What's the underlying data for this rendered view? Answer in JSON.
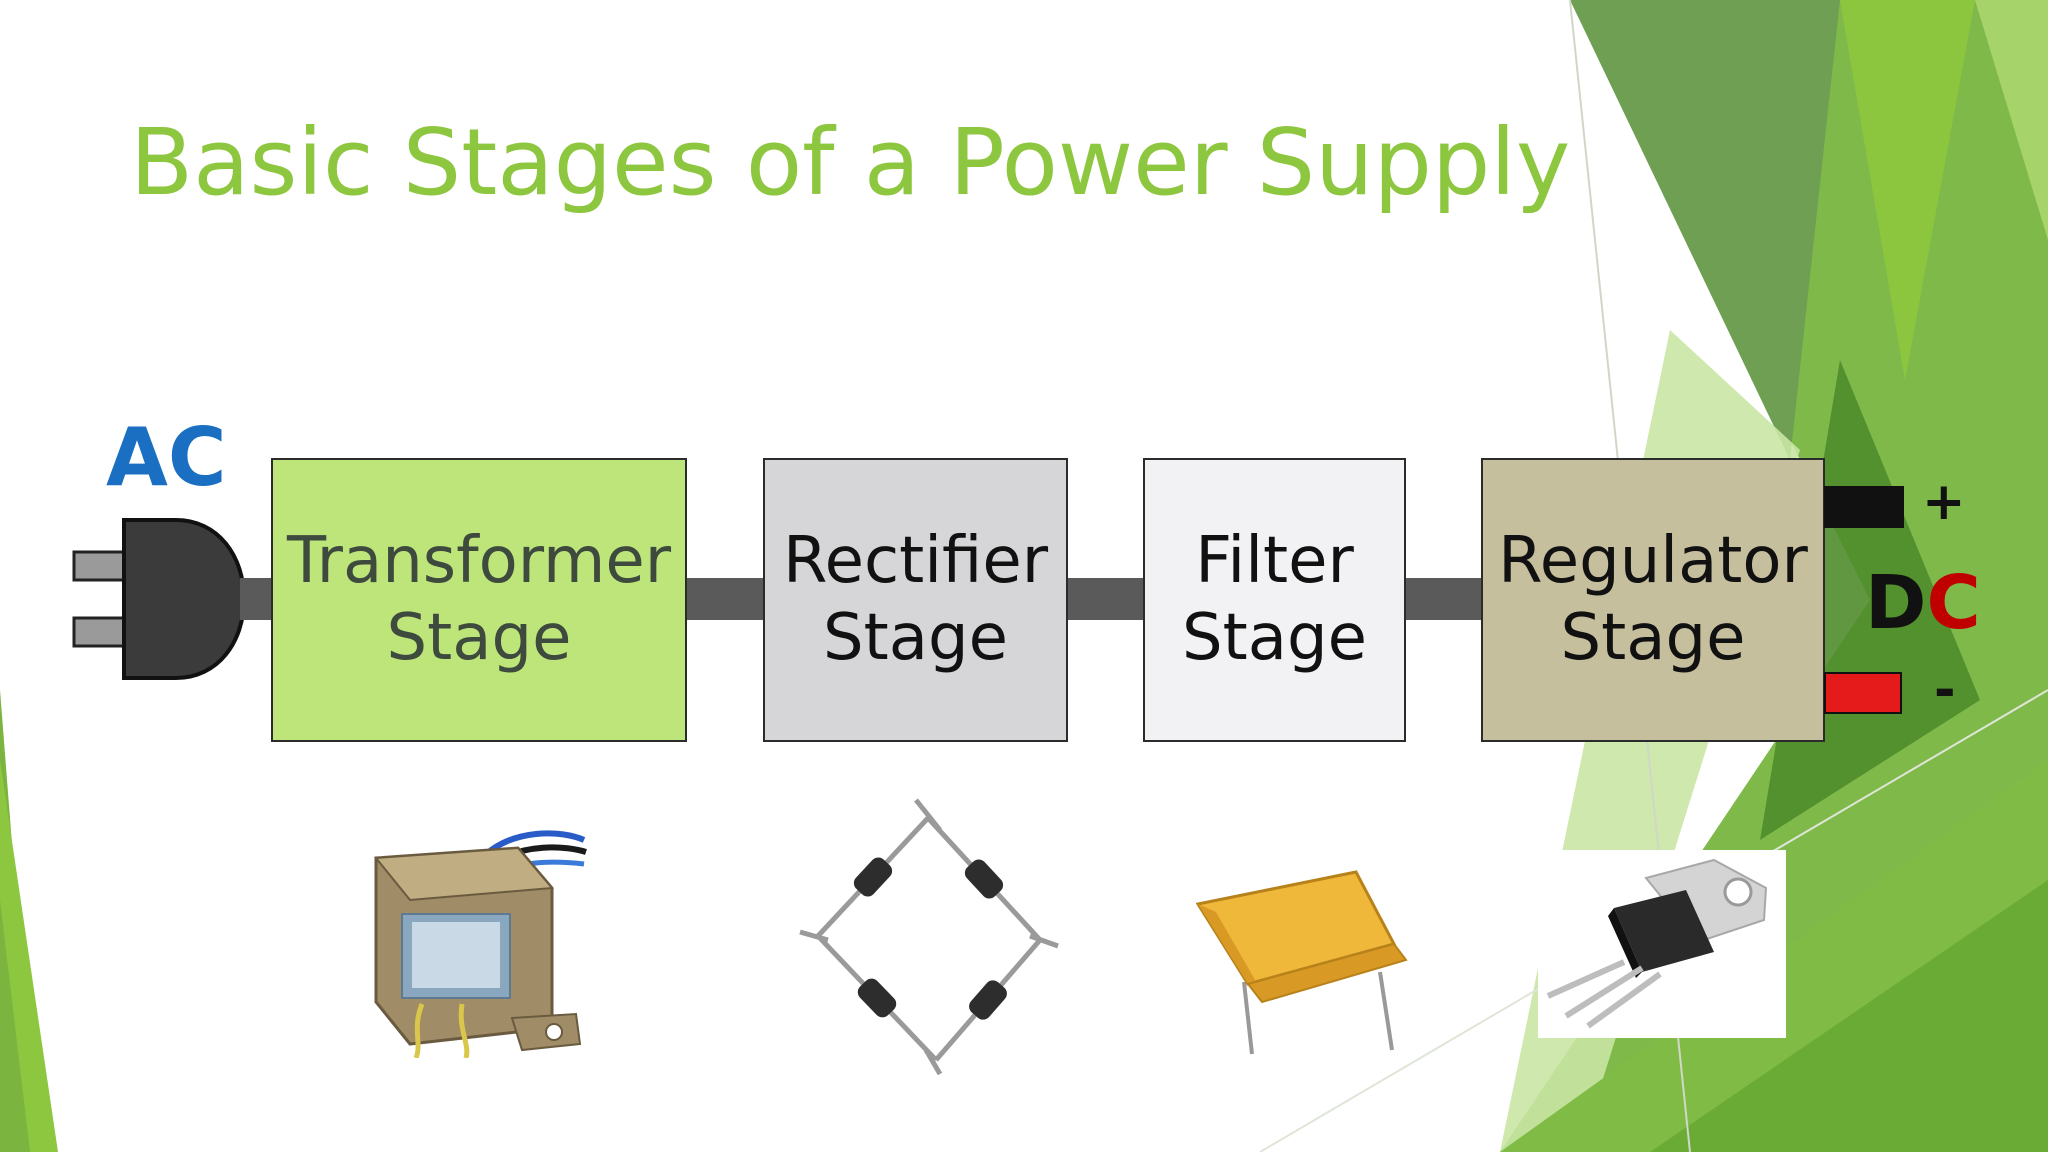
{
  "slide": {
    "title": "Basic Stages of a Power Supply",
    "title_color": "#8dc63f"
  },
  "input": {
    "label": "AC",
    "label_color": "#1a6fc2",
    "icon": "ac-plug-icon"
  },
  "stages": [
    {
      "line1": "Transformer",
      "line2": "Stage",
      "fill": "#bde57a",
      "text_color": "#3d4a3d"
    },
    {
      "line1": "Rectifier",
      "line2": "Stage",
      "fill": "#d6d6d8",
      "text_color": "#111111"
    },
    {
      "line1": "Filter",
      "line2": "Stage",
      "fill": "#f2f2f4",
      "text_color": "#111111"
    },
    {
      "line1": "Regulator",
      "line2": "Stage",
      "fill": "#c6bf9e",
      "text_color": "#111111"
    }
  ],
  "output": {
    "label_d": "D",
    "label_c": "C",
    "d_color": "#111111",
    "c_color": "#c00000",
    "plus": "+",
    "minus": "-",
    "plus_terminal_color": "#111111",
    "minus_terminal_color": "#e51a1a"
  },
  "components": [
    {
      "icon": "transformer-icon"
    },
    {
      "icon": "bridge-rectifier-icon"
    },
    {
      "icon": "capacitor-icon"
    },
    {
      "icon": "voltage-regulator-icon"
    }
  ],
  "theme": {
    "green_dark": "#5e9a38",
    "green_mid": "#7bb43e",
    "green_light": "#a6d66a"
  }
}
